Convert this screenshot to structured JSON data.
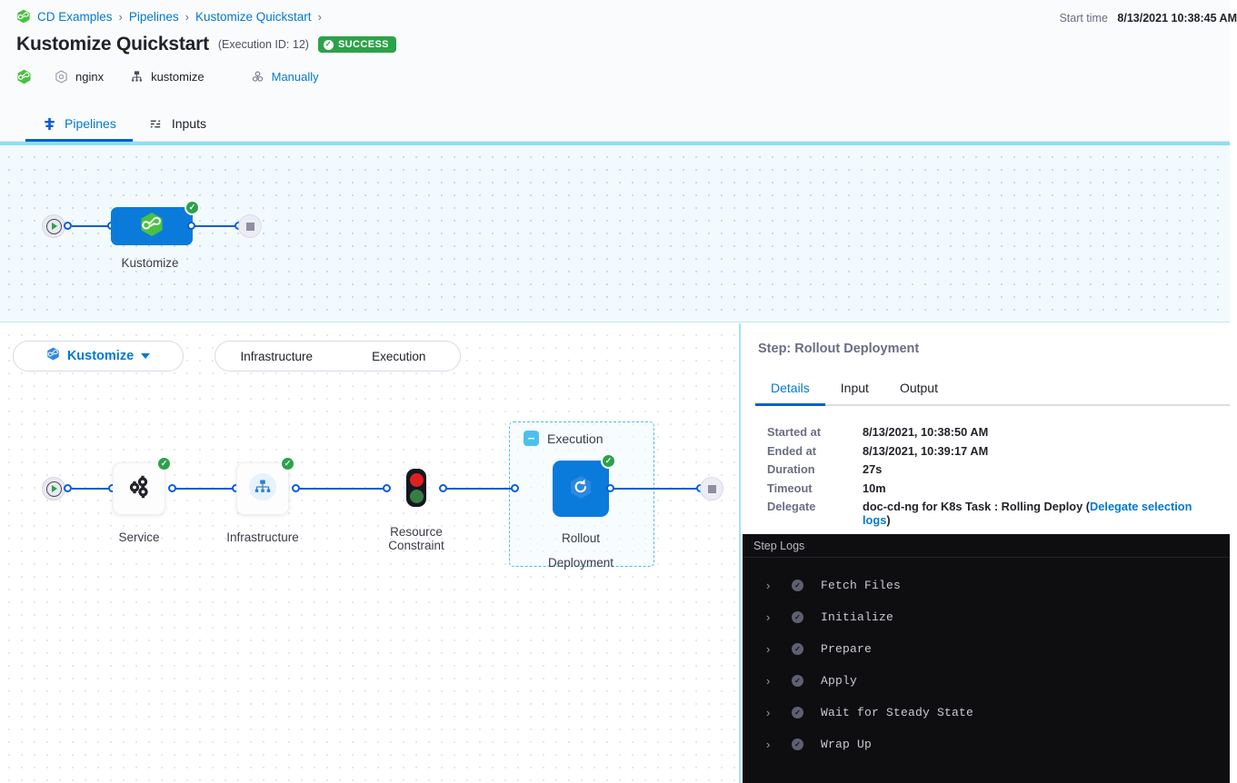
{
  "header": {
    "breadcrumb": [
      {
        "label": "CD Examples",
        "icon": "harness-logo-icon"
      },
      {
        "label": "Pipelines"
      },
      {
        "label": "Kustomize Quickstart"
      }
    ],
    "title": "Kustomize Quickstart",
    "execution_id": "(Execution ID: 12)",
    "status_badge": "SUCCESS",
    "status_color": "#2ca24a",
    "meta": [
      {
        "icon": "harness-logo-icon",
        "label": ""
      },
      {
        "icon": "service-hex-icon",
        "label": "nginx"
      },
      {
        "icon": "kustomize-icon",
        "label": "kustomize"
      },
      {
        "icon": "trigger-icon",
        "label": "Manually",
        "link": true
      }
    ],
    "start_time_label": "Start time",
    "start_time_value": "8/13/2021 10:38:45 AM"
  },
  "tabs": [
    {
      "label": "Pipelines",
      "icon": "pipeline-icon",
      "active": true
    },
    {
      "label": "Inputs",
      "icon": "inputs-icon",
      "active": false
    }
  ],
  "top_graph": {
    "stage": {
      "label": "Kustomize",
      "icon": "harness-logo-icon",
      "status": "success"
    }
  },
  "stage_bar": {
    "stage_selector": {
      "label": "Kustomize",
      "icon": "harness-logo-icon",
      "caret": "chevron-down-icon"
    },
    "section_tabs": [
      {
        "label": "Infrastructure"
      },
      {
        "label": "Execution"
      }
    ]
  },
  "execution_graph": {
    "nodes": [
      {
        "name": "Service",
        "icon": "service-gears-icon",
        "status": "success"
      },
      {
        "name": "Infrastructure",
        "icon": "infrastructure-icon",
        "status": "success"
      },
      {
        "name": "Resource\nConstraint",
        "line1": "Resource",
        "line2": "Constraint",
        "icon": "traffic-light-icon",
        "status": "none"
      },
      {
        "name": "Rollout Deployment",
        "line1": "Rollout",
        "line2": "Deployment",
        "icon": "rollout-icon",
        "status": "success",
        "selected": true
      }
    ],
    "group": {
      "label": "Execution",
      "collapse_icon": "minus-icon"
    }
  },
  "right_panel": {
    "title": "Step: Rollout Deployment",
    "tabs": [
      {
        "label": "Details",
        "active": true
      },
      {
        "label": "Input",
        "active": false
      },
      {
        "label": "Output",
        "active": false
      }
    ],
    "details": [
      {
        "key": "Started at",
        "value": "8/13/2021, 10:38:50 AM"
      },
      {
        "key": "Ended at",
        "value": "8/13/2021, 10:39:17 AM"
      },
      {
        "key": "Duration",
        "value": "27s"
      },
      {
        "key": "Timeout",
        "value": "10m"
      },
      {
        "key": "Delegate",
        "value": "doc-cd-ng for K8s Task : Rolling Deploy (",
        "link": "Delegate selection logs",
        "value_suffix": ")"
      }
    ],
    "logs": {
      "header": "Step Logs",
      "entries": [
        {
          "label": "Fetch Files",
          "status": "success"
        },
        {
          "label": "Initialize",
          "status": "success"
        },
        {
          "label": "Prepare",
          "status": "success"
        },
        {
          "label": "Apply",
          "status": "success"
        },
        {
          "label": "Wait for Steady State",
          "status": "success"
        },
        {
          "label": "Wrap Up",
          "status": "success"
        }
      ]
    }
  }
}
